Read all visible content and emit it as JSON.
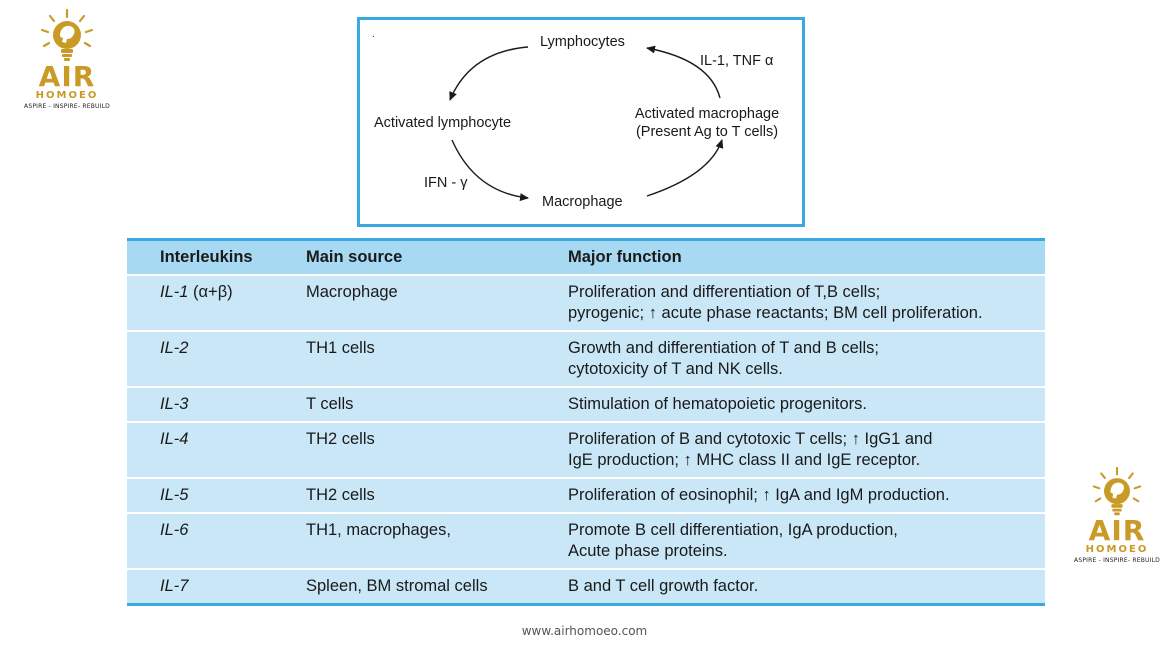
{
  "logo": {
    "brand": "AIR",
    "sub": "HOMOEO",
    "tagline": "ASPIRE - INSPIRE- REBUILD",
    "color": "#c99a26"
  },
  "diagram": {
    "nodes": {
      "lymphocytes": "Lymphocytes",
      "activated_lymphocyte": "Activated lymphocyte",
      "macrophage": "Macrophage",
      "activated_macrophage_line1": "Activated macrophage",
      "activated_macrophage_line2": "(Present Ag to T cells)"
    },
    "edge_labels": {
      "il1_tnf": "IL-1, TNF α",
      "ifn": "IFN - γ"
    },
    "dot": ".",
    "border_color": "#3aa9df"
  },
  "table": {
    "headers": [
      "Interleukins",
      "Main source",
      "Major function"
    ],
    "rows": [
      {
        "name": "IL-1",
        "name_suffix": " (α+β)",
        "source": "Macrophage",
        "function": [
          "Proliferation and differentiation of T,B cells;",
          "pyrogenic; ↑ acute phase reactants; BM cell proliferation."
        ]
      },
      {
        "name": "IL-2",
        "name_suffix": "",
        "source": "TH1 cells",
        "function": [
          "Growth and differentiation of T and B cells;",
          "cytotoxicity of T and NK cells."
        ]
      },
      {
        "name": "IL-3",
        "name_suffix": "",
        "source": "T cells",
        "function": [
          "Stimulation of hematopoietic progenitors."
        ]
      },
      {
        "name": "IL-4",
        "name_suffix": "",
        "source": "TH2 cells",
        "function": [
          "Proliferation of B and cytotoxic T cells; ↑ IgG1 and",
          "IgE production; ↑ MHC class II and IgE receptor."
        ]
      },
      {
        "name": "IL-5",
        "name_suffix": "",
        "source": "TH2 cells",
        "function": [
          "Proliferation of eosinophil; ↑ IgA and IgM production."
        ]
      },
      {
        "name": "IL-6",
        "name_suffix": "",
        "source": "TH1, macrophages,",
        "function": [
          "Promote B cell differentiation, IgA production,",
          "Acute phase proteins."
        ]
      },
      {
        "name": "IL-7",
        "name_suffix": "",
        "source": "Spleen, BM stromal cells",
        "function": [
          "B and T cell growth factor."
        ]
      }
    ],
    "header_bg": "#a8d9f2",
    "row_bg": "#c9e7f7",
    "rule_color": "#3aa9df"
  },
  "footer": "www.airhomoeo.com"
}
